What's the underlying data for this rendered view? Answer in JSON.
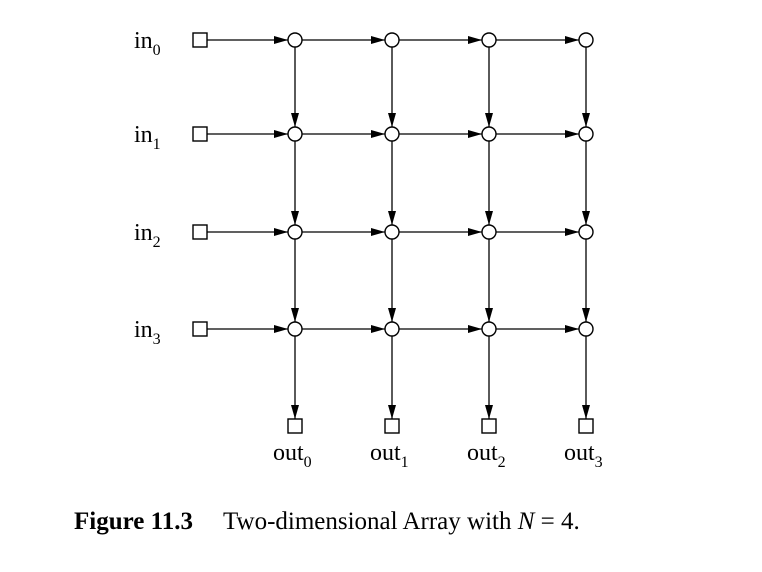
{
  "diagram": {
    "size": 4,
    "input_prefix": "in",
    "output_prefix": "out",
    "input_subscripts": [
      "0",
      "1",
      "2",
      "3"
    ],
    "output_subscripts": [
      "0",
      "1",
      "2",
      "3"
    ]
  },
  "caption": {
    "figure_number": "Figure 11.3",
    "text_before": "Two-dimensional Array with ",
    "variable": "N",
    "equals": " = ",
    "value": "4",
    "period": "."
  }
}
